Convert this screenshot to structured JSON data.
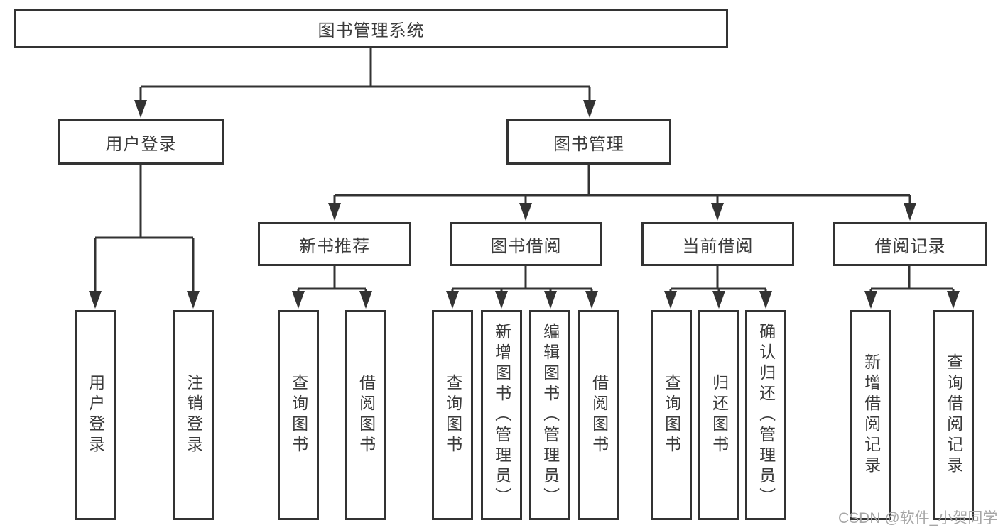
{
  "tree": {
    "label": "图书管理系统",
    "children": [
      {
        "label": "用户登录",
        "children": [
          {
            "label": "用户登录"
          },
          {
            "label": "注销登录"
          }
        ]
      },
      {
        "label": "图书管理",
        "children": [
          {
            "label": "新书推荐",
            "children": [
              {
                "label": "查询图书"
              },
              {
                "label": "借阅图书"
              }
            ]
          },
          {
            "label": "图书借阅",
            "children": [
              {
                "label": "查询图书"
              },
              {
                "label": "新增图书（管理员）"
              },
              {
                "label": "编辑图书（管理员）"
              },
              {
                "label": "借阅图书"
              }
            ]
          },
          {
            "label": "当前借阅",
            "children": [
              {
                "label": "查询图书"
              },
              {
                "label": "归还图书"
              },
              {
                "label": "确认归还（管理员）"
              }
            ]
          },
          {
            "label": "借阅记录",
            "children": [
              {
                "label": "新增借阅记录"
              },
              {
                "label": "查询借阅记录"
              }
            ]
          }
        ]
      }
    ]
  },
  "watermark": {
    "text": "CSDN @软件_小贺同学"
  },
  "colors": {
    "line": "#333333",
    "box_border": "#333333",
    "text": "#3b3b3b",
    "watermark": "#a6a6a6",
    "background": "#ffffff"
  }
}
